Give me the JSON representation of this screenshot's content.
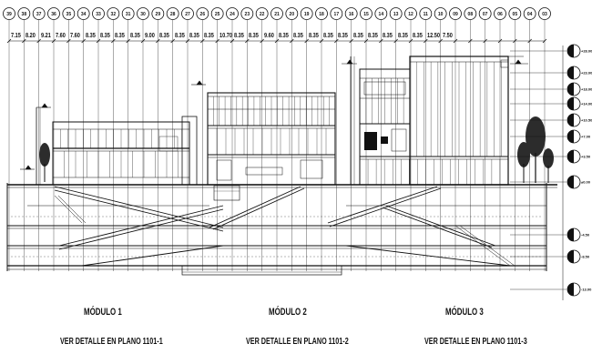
{
  "grid": {
    "axes": [
      "39",
      "38",
      "37",
      "36",
      "35",
      "34",
      "33",
      "32",
      "31",
      "30",
      "29",
      "28",
      "27",
      "26",
      "25",
      "24",
      "23",
      "22",
      "21",
      "20",
      "19",
      "18",
      "17",
      "16",
      "15",
      "14",
      "13",
      "12",
      "11",
      "10",
      "09",
      "08",
      "07",
      "06",
      "05",
      "04",
      "03"
    ],
    "spacings": [
      "7.15",
      "8.20",
      "9.21",
      "7.60",
      "7.60",
      "8.35",
      "8.35",
      "8.35",
      "8.35",
      "9.00",
      "8.35",
      "8.35",
      "8.35",
      "8.35",
      "10.70",
      "8.35",
      "8.35",
      "9.60",
      "8.35",
      "8.35",
      "8.35",
      "8.35",
      "8.35",
      "8.35",
      "8.35",
      "8.35",
      "8.35",
      "8.35",
      "12.50",
      "7.50"
    ]
  },
  "modules": [
    {
      "title": "MÓDULO 1",
      "note": "VER DETALLE EN PLANO 1101-1"
    },
    {
      "title": "MÓDULO 2",
      "note": "VER DETALLE EN PLANO 1101-2"
    },
    {
      "title": "MÓDULO 3",
      "note": "VER DETALLE EN PLANO 1101-3"
    }
  ],
  "levels": [
    "+28.00",
    "+23.00",
    "+18.00",
    "+14.00",
    "+10.50",
    "+7.00",
    "+3.50",
    "±0.00",
    "-4.50",
    "-8.50",
    "-13.00"
  ],
  "colors": {
    "ink": "#111111",
    "paper": "#ffffff",
    "hatch": "#555555",
    "tree": "#2c2c2c"
  }
}
